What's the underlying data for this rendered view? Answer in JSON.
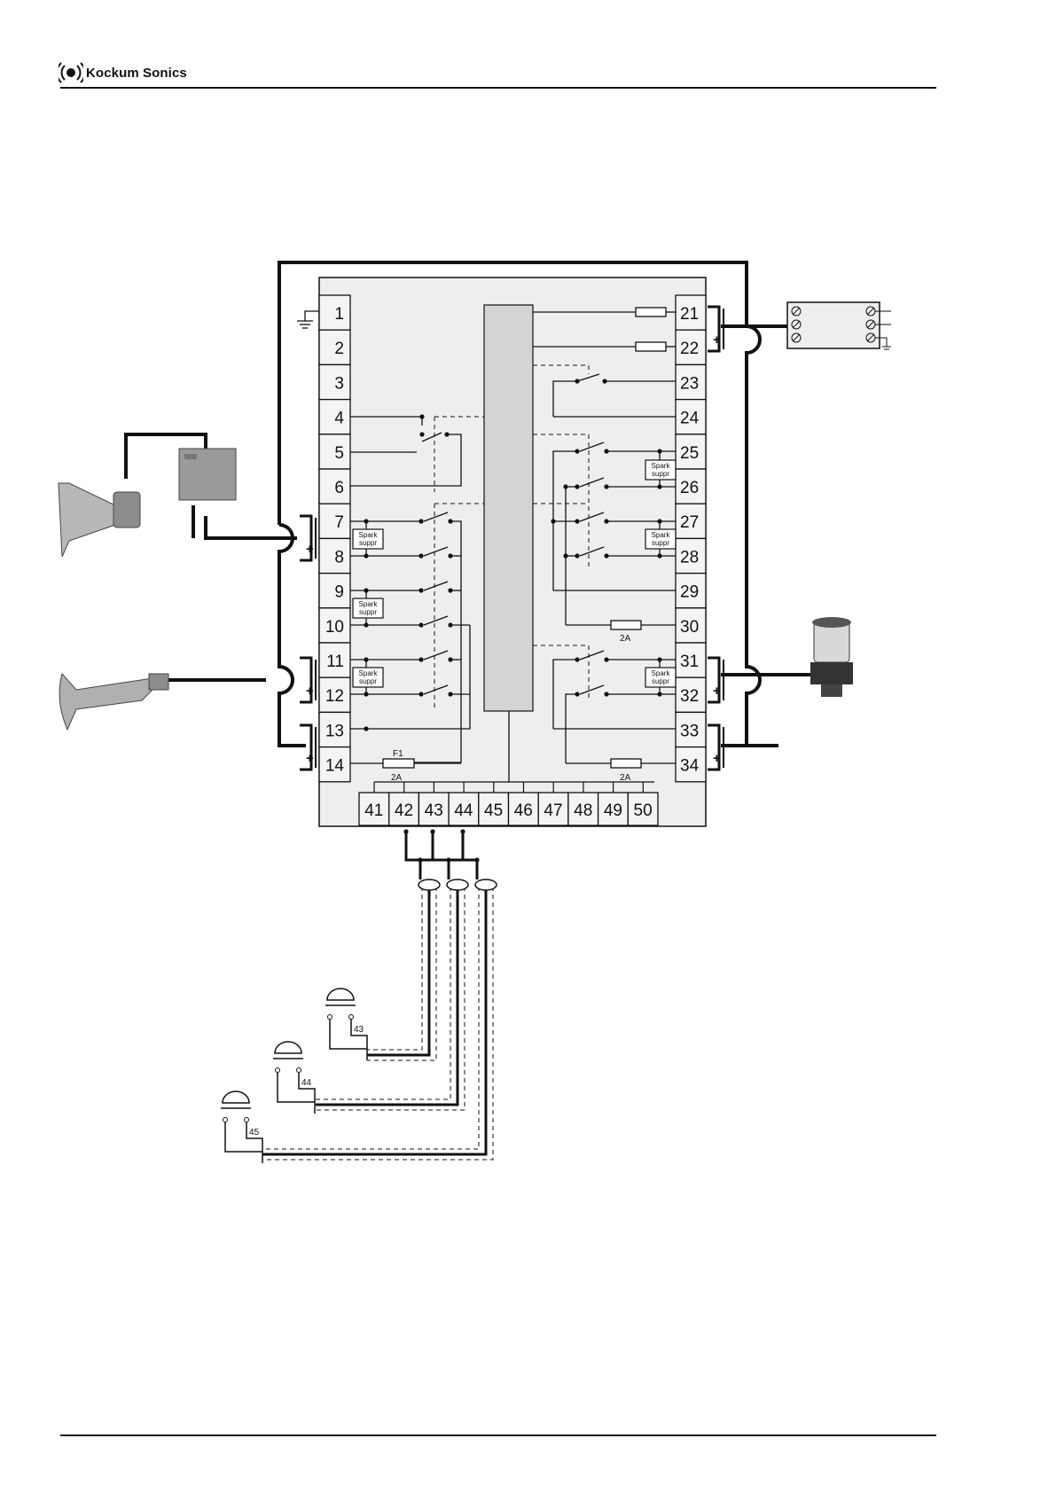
{
  "header": {
    "brand": "Kockum Sonics"
  },
  "colors": {
    "ink": "#111111",
    "panel": "#eeeeee",
    "bus": "#d4d4d4",
    "device": "#9a9a9a"
  },
  "terminals": {
    "left": [
      "1",
      "2",
      "3",
      "4",
      "5",
      "6",
      "7",
      "8",
      "9",
      "10",
      "11",
      "12",
      "13",
      "14"
    ],
    "right": [
      "21",
      "22",
      "23",
      "24",
      "25",
      "26",
      "27",
      "28",
      "29",
      "30",
      "31",
      "32",
      "33",
      "34"
    ],
    "bottom": [
      "41",
      "42",
      "43",
      "44",
      "45",
      "46",
      "47",
      "48",
      "49",
      "50"
    ]
  },
  "components": {
    "spark_top": "Spark",
    "spark_bottom": "suppr",
    "fuse_name": "F1",
    "fuse_rating": "2A",
    "polarity": "+"
  },
  "pushbuttons": [
    "43",
    "44",
    "45"
  ],
  "icons": [
    "ground-icon",
    "horn-speaker-icon",
    "junction-box-icon",
    "air-horn-icon",
    "beacon-lamp-icon",
    "terminal-block-icon",
    "pushbutton-icon"
  ]
}
